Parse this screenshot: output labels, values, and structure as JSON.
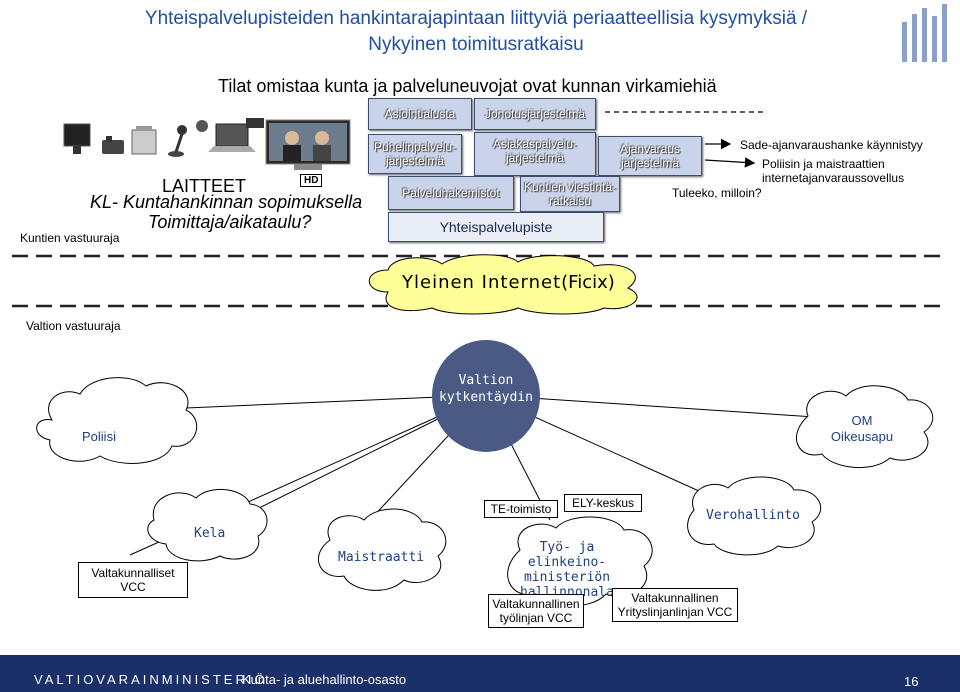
{
  "title": "Yhteispalvelupisteiden hankintarajapintaan liittyviä periaatteellisia kysymyksiä  /\nNykyinen toimitusratkaisu",
  "subtitle": "Tilat omistaa kunta ja palveluneuvojat ovat kunnan virkamiehiä",
  "devices": {
    "hd_badge": "HD",
    "laitteet": "LAITTEET",
    "kl": "KL- Kuntahankinnan sopimuksella",
    "toimittaja": "Toimittaja/aikataulu?"
  },
  "kuntien_vastuuraja": "Kuntien vastuuraja",
  "valtion_vastuuraja": "Valtion vastuuraja",
  "systems": {
    "asiointialusta": "Asiointialusta",
    "jonotus": "Jonotusjärjestelmä",
    "puhelin": "Puhelinpalvelu-\njärjestelmä",
    "asiakas": "Asiakaspalvelu-\njärjestelmä",
    "ajanvaraus": "Ajanvaraus\njärjestelmä",
    "palveluhakemistot": "Palveluhakemistot",
    "viestinta": "Kuntien viestintä-\nratkaisu",
    "yhteispalvelupiste": "Yhteispalvelupiste"
  },
  "notes": {
    "sade": "Sade-ajanvaraushanke käynnistyy",
    "poliisin": "Poliisin ja maistraattien\ninternetajanvaraussovellus",
    "tuleeko": "Tuleeko, milloin?"
  },
  "internet": "Yleinen Internet",
  "ficix": "(Ficix)",
  "hub": "Valtion\nkytkentäydin",
  "nodes": {
    "poliisi": "Poliisi",
    "om": "OM\nOikeusapu",
    "kela": "Kela",
    "maistraatti": "Maistraatti",
    "verohallinto": "Verohallinto",
    "valtakunnalliset_vcc": "Valtakunnalliset\nVCC",
    "te": "TE-toimisto",
    "ely": "ELY-keskus",
    "tem": "Työ- ja elinkeino-\nministeriön\nhallinnonala",
    "tyolinjan": "Valtakunnallinen\ntyölinjan VCC",
    "yrityslinjan": "Valtakunnallinen\nYrityslinjanlinjan VCC"
  },
  "footer": {
    "org": "VALTIOVARAINMINISTERIÖ",
    "dept": "Kunta- ja aluehallinto-osasto",
    "page": "16"
  },
  "colors": {
    "title": "#1f4fa0",
    "hub": "#4a5a84",
    "cloud": "#ffff99",
    "footer": "#1b3068",
    "system_box": "#c9d4ea"
  }
}
